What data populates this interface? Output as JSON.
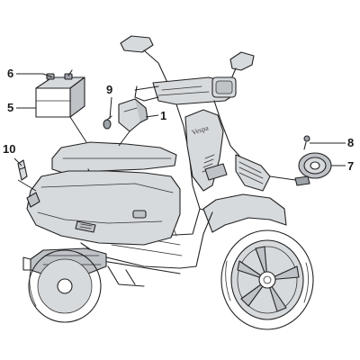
{
  "diagram": {
    "callouts": [
      {
        "id": "c6",
        "label": "6"
      },
      {
        "id": "c5",
        "label": "5"
      },
      {
        "id": "c9",
        "label": "9"
      },
      {
        "id": "c1",
        "label": "1"
      },
      {
        "id": "c10",
        "label": "10"
      },
      {
        "id": "c8",
        "label": "8"
      },
      {
        "id": "c7",
        "label": "7"
      }
    ],
    "parts": [
      {
        "name": "battery-icon"
      },
      {
        "name": "relay-icon"
      },
      {
        "name": "horn-icon"
      },
      {
        "name": "fuse-holder-icon"
      },
      {
        "name": "scooter-body"
      }
    ],
    "colors": {
      "line": "#222222",
      "shade": "#bfc3c8",
      "light": "#d7dadd",
      "dark": "#9ea3a9"
    }
  }
}
